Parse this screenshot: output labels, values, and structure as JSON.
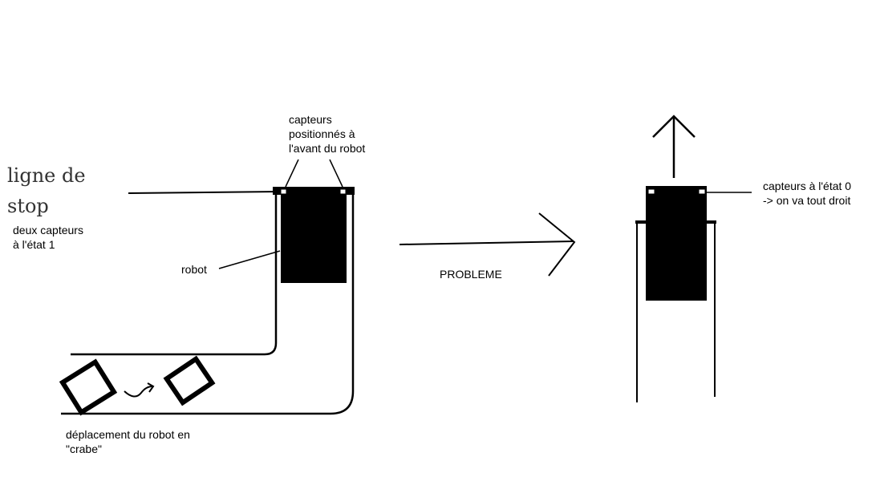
{
  "labels": {
    "ligne_de_stop_1": "ligne de",
    "ligne_de_stop_2": "stop",
    "deux_capteurs_1": "deux capteurs",
    "deux_capteurs_2": "à l'état 1",
    "capteurs_pos_1": "capteurs",
    "capteurs_pos_2": "positionnés à",
    "capteurs_pos_3": "l'avant du robot",
    "robot": "robot",
    "probleme": "PROBLEME",
    "capteurs_etat0_1": "capteurs à l'état 0",
    "capteurs_etat0_2": "-> on va tout droit",
    "deplacement_1": "déplacement du robot en",
    "deplacement_2": "\"crabe\""
  },
  "colors": {
    "ink": "#000000",
    "paper": "#ffffff"
  }
}
